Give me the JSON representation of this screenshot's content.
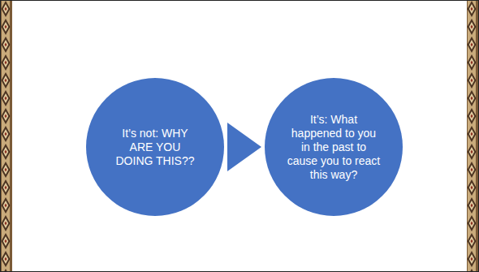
{
  "diagram": {
    "nodes": [
      {
        "text": [
          "It’s not: WHY ARE YOU DOING THIS??"
        ]
      },
      {
        "text": [
          "It’s: What happened to you in the past to cause you to react this way?"
        ]
      }
    ],
    "edges": [
      {
        "from": 0,
        "to": 1,
        "arrow": "to"
      }
    ]
  }
}
